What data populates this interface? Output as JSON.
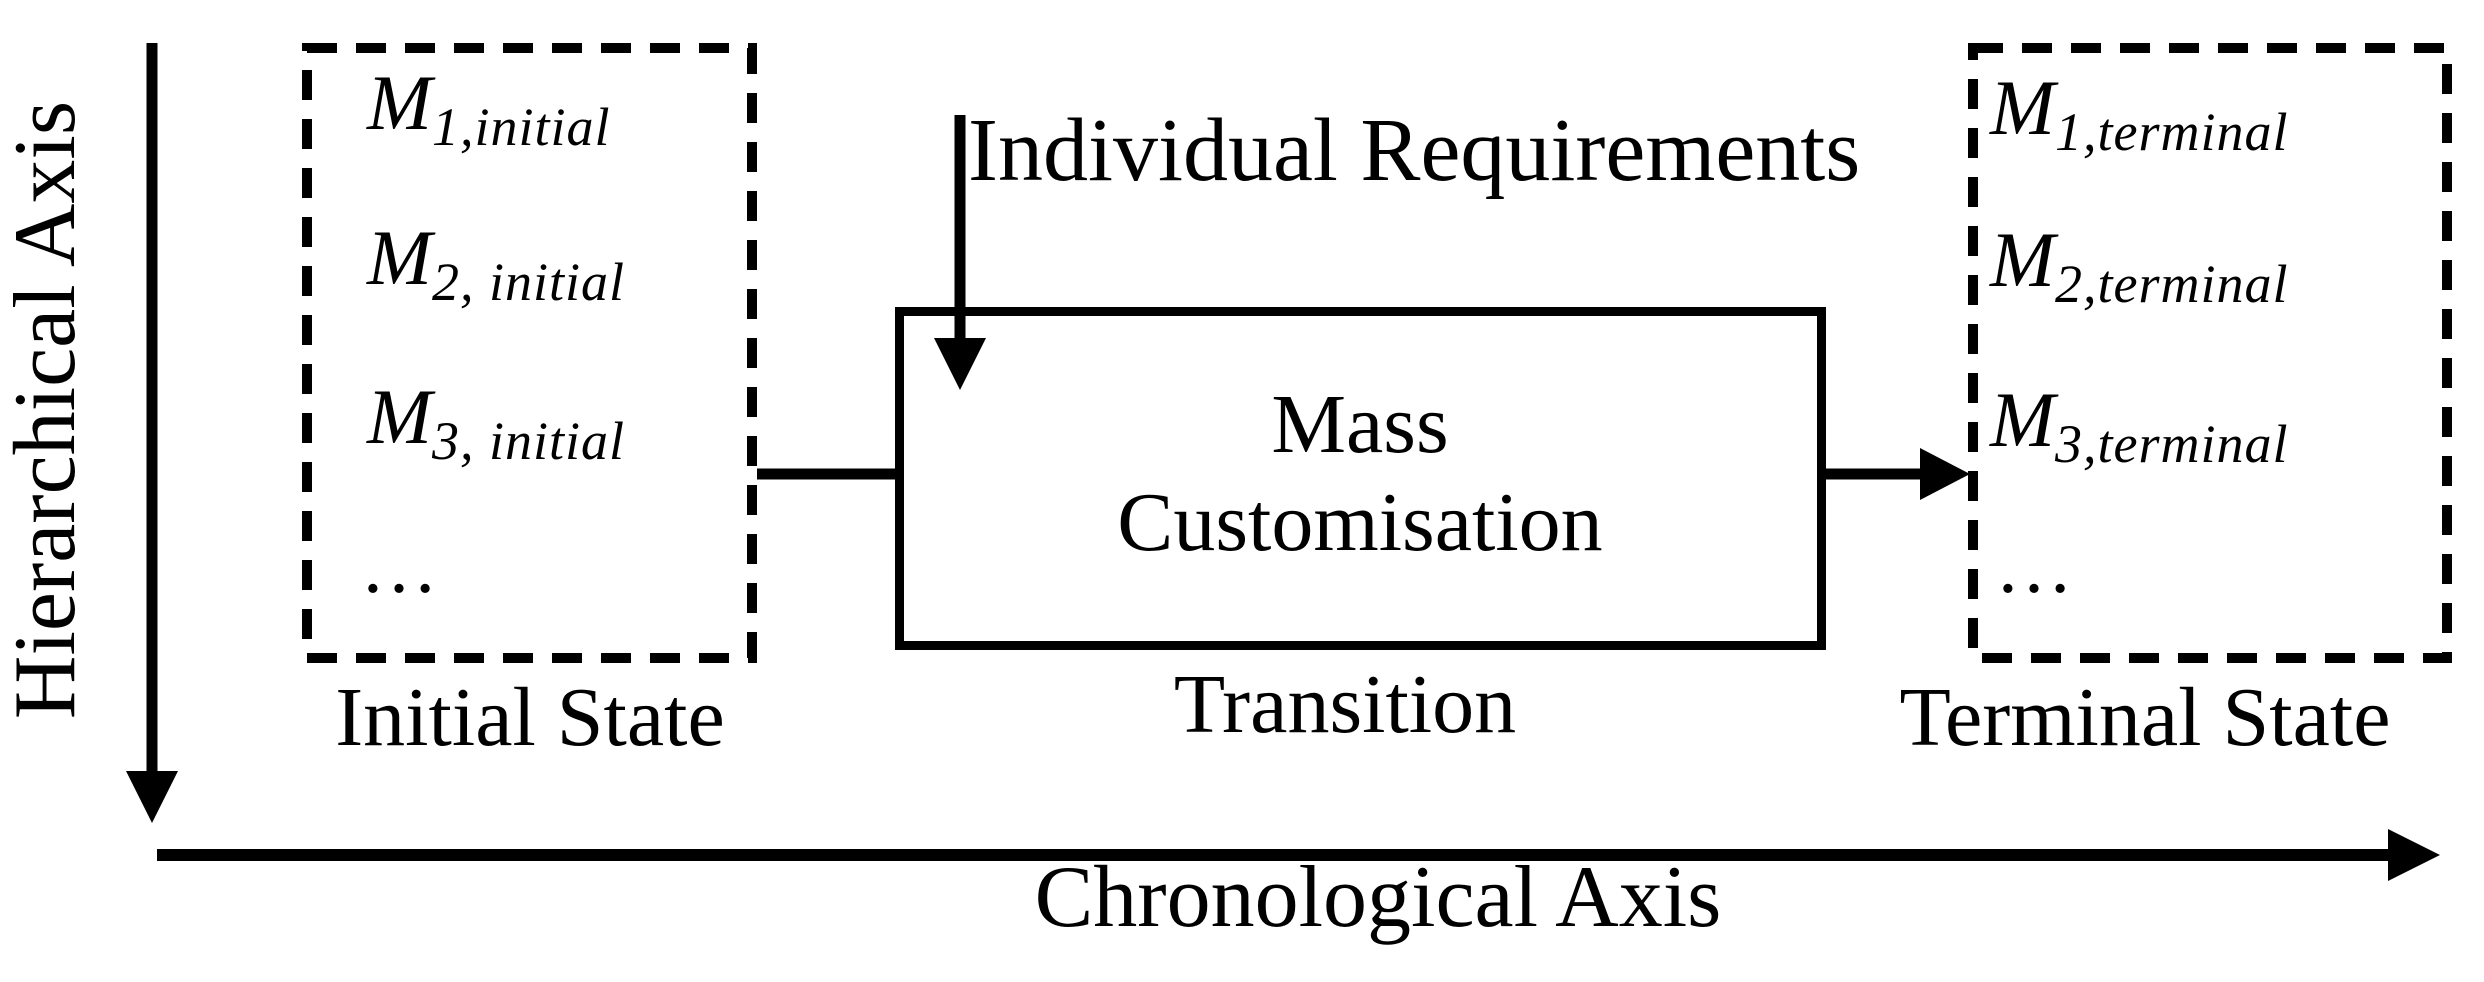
{
  "diagram": {
    "background": "#ffffff",
    "ink": "#000000",
    "hierarchical_axis_label": "Hierarchical Axis",
    "chronological_axis_label": "Chronological Axis"
  },
  "individual_requirements": {
    "label": "Individual Requirements"
  },
  "initial_state": {
    "caption": "Initial State",
    "items": [
      {
        "base": "M",
        "sub": "1,initial"
      },
      {
        "base": "M",
        "sub": "2, initial"
      },
      {
        "base": "M",
        "sub": "3, initial"
      }
    ],
    "ellipsis": "…"
  },
  "transition": {
    "caption": "Transition",
    "box_title_line1": "Mass",
    "box_title_line2": "Customisation"
  },
  "terminal_state": {
    "caption": "Terminal State",
    "items": [
      {
        "base": "M",
        "sub": "1,terminal"
      },
      {
        "base": "M",
        "sub": "2,terminal"
      },
      {
        "base": "M",
        "sub": "3,terminal"
      }
    ],
    "ellipsis": "…"
  }
}
